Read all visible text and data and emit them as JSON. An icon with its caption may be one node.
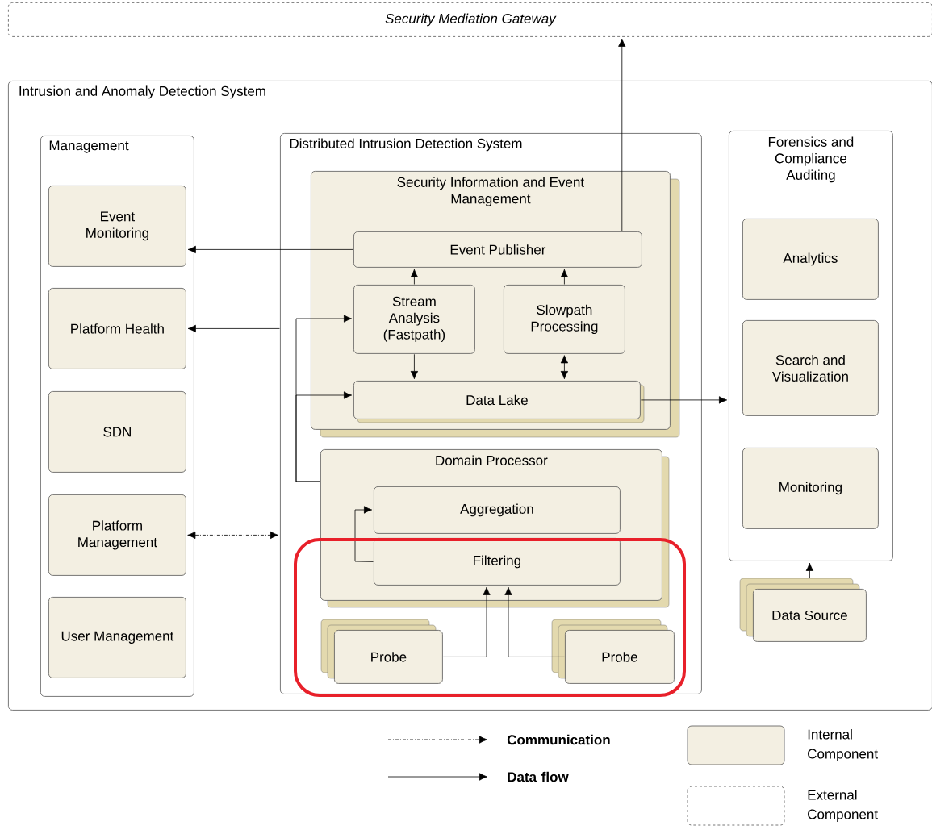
{
  "diagram": {
    "nodes": [
      {
        "text": [
          "Security Mediation Gateway"
        ]
      },
      {
        "text": [
          "Intrusion and Anomaly Detection System"
        ]
      },
      {
        "text": [
          "Management"
        ],
        "in": 1
      },
      {
        "text": [
          "Event Monitoring"
        ],
        "in": 2
      },
      {
        "text": [
          "Platform Health"
        ],
        "in": 2
      },
      {
        "text": [
          "SDN"
        ],
        "in": 2
      },
      {
        "text": [
          "Platform Management"
        ],
        "in": 2
      },
      {
        "text": [
          "User Management"
        ],
        "in": 2
      },
      {
        "text": [
          "Distributed Intrusion Detection System"
        ],
        "in": 1
      },
      {
        "text": [
          "Security Information and Event Management"
        ],
        "in": 8
      },
      {
        "text": [
          "Event Publisher"
        ],
        "in": 9
      },
      {
        "text": [
          "Stream Analysis (Fastpath)"
        ],
        "in": 9
      },
      {
        "text": [
          "Slowpath Processing"
        ],
        "in": 9
      },
      {
        "text": [
          "Data Lake"
        ],
        "in": 9
      },
      {
        "text": [
          "Domain Processor"
        ],
        "in": 8
      },
      {
        "text": [
          "Aggregation"
        ],
        "in": 14
      },
      {
        "text": [
          "Filtering"
        ],
        "in": 14
      },
      {
        "text": [
          "Probe"
        ],
        "in": 8
      },
      {
        "text": [
          "Probe"
        ],
        "in": 8
      },
      {
        "text": [
          "Forensics and Compliance Auditing"
        ],
        "in": 1
      },
      {
        "text": [
          "Analytics"
        ],
        "in": 19
      },
      {
        "text": [
          "Search and Visualization"
        ],
        "in": 19
      },
      {
        "text": [
          "Monitoring"
        ],
        "in": 19
      },
      {
        "text": [
          "Data Source"
        ],
        "in": 1
      }
    ],
    "edges": [
      {
        "from": 10,
        "to": 0,
        "arrow": "to"
      },
      {
        "from": 10,
        "to": 3,
        "arrow": "to"
      },
      {
        "from": 8,
        "to": 4,
        "arrow": "to"
      },
      {
        "from": 6,
        "to": 8,
        "arrow": "both",
        "style": "dashed"
      },
      {
        "from": 11,
        "to": 10,
        "arrow": "to"
      },
      {
        "from": 12,
        "to": 10,
        "arrow": "to"
      },
      {
        "from": 11,
        "to": 13,
        "arrow": "to"
      },
      {
        "from": 12,
        "to": 13,
        "arrow": "both"
      },
      {
        "from": 13,
        "to": 19,
        "arrow": "to"
      },
      {
        "from": 14,
        "to": 11,
        "arrow": "to"
      },
      {
        "from": 14,
        "to": 13,
        "arrow": "to"
      },
      {
        "from": 16,
        "to": 15,
        "arrow": "to"
      },
      {
        "from": 17,
        "to": 16,
        "arrow": "to"
      },
      {
        "from": 18,
        "to": 16,
        "arrow": "to"
      },
      {
        "from": 23,
        "to": 19,
        "arrow": "to"
      }
    ],
    "legend": [
      {
        "text": "Communication"
      },
      {
        "text": "Data flow"
      },
      {
        "text": "Internal Component",
        "color": "#f3efe2"
      },
      {
        "text": "External Component"
      }
    ]
  }
}
